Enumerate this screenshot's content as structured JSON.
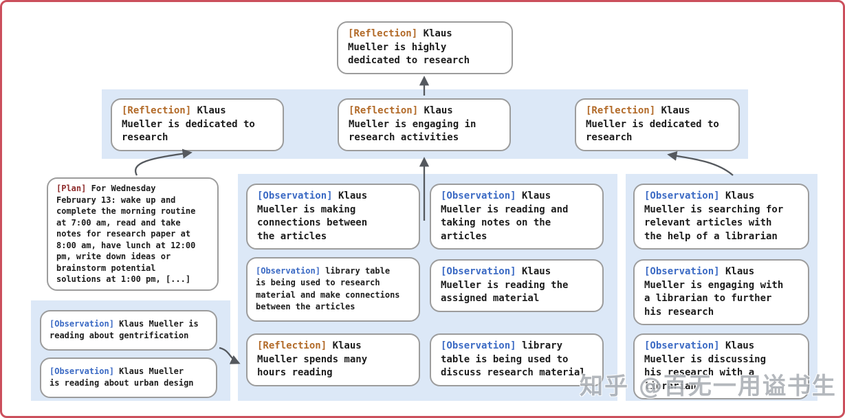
{
  "colors": {
    "frame_border": "#cb4f5c",
    "band": "#dce8f7",
    "box_border": "#9c9c9c",
    "text": "#1c1c1c",
    "reflection_tag": "#b26a28",
    "observation_tag": "#3b6ac4",
    "plan_tag": "#8e2c2c",
    "arrow": "#55595e",
    "watermark": "#a7acb2"
  },
  "nodes": {
    "root": {
      "tag": "[Reflection]",
      "text": "Klaus\nMueller is highly\ndedicated to research"
    },
    "level2": [
      {
        "tag": "[Reflection]",
        "text": "Klaus\nMueller is dedicated to\nresearch"
      },
      {
        "tag": "[Reflection]",
        "text": "Klaus\nMueller is engaging in\nresearch activities"
      },
      {
        "tag": "[Reflection]",
        "text": "Klaus\nMueller is dedicated to\nresearch"
      }
    ],
    "plan": {
      "tag": "[Plan]",
      "text": "For Wednesday\nFebruary 13: wake up and\ncomplete the morning routine\nat 7:00 am, read and take\nnotes for research paper at\n8:00 am, have lunch at 12:00\npm, write down ideas or\nbrainstorm potential\nsolutions at 1:00 pm, [...]"
    },
    "left_cluster": [
      {
        "tag": "[Observation]",
        "text": "Klaus Mueller is\nreading about gentrification"
      },
      {
        "tag": "[Observation]",
        "text": "Klaus Mueller\nis reading about urban design"
      }
    ],
    "middle_cluster_col1": [
      {
        "tag": "[Observation]",
        "text": "Klaus\nMueller is making\nconnections between\nthe articles"
      },
      {
        "tag": "[Observation]",
        "text": "library table\nis being used to research\nmaterial and make connections\nbetween the articles"
      },
      {
        "tag": "[Reflection]",
        "text": "Klaus\nMueller spends many\nhours reading"
      }
    ],
    "middle_cluster_col2": [
      {
        "tag": "[Observation]",
        "text": "Klaus\nMueller is reading and\ntaking notes on the\narticles"
      },
      {
        "tag": "[Observation]",
        "text": "Klaus\nMueller is reading the\nassigned material"
      },
      {
        "tag": "[Observation]",
        "text": "library\ntable is being used to\ndiscuss research material"
      }
    ],
    "right_cluster": [
      {
        "tag": "[Observation]",
        "text": "Klaus\nMueller is searching for\nrelevant articles with\nthe help of a librarian"
      },
      {
        "tag": "[Observation]",
        "text": "Klaus\nMueller is engaging with\na librarian to further\nhis research"
      },
      {
        "tag": "[Observation]",
        "text": "Klaus\nMueller is discussing\nhis research with a\nlibrarian"
      }
    ]
  },
  "watermark": "知乎 @百无一用谥书生"
}
